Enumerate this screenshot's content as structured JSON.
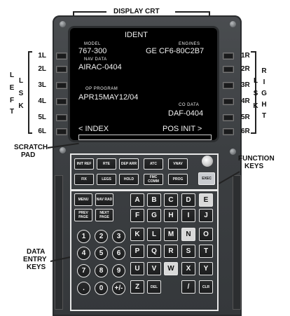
{
  "labels": {
    "display_crt": "DISPLAY CRT",
    "left": [
      "L",
      "E",
      "F",
      "T"
    ],
    "left_lsk": [
      "L",
      "S",
      "K"
    ],
    "right": [
      "R",
      "I",
      "G",
      "H",
      "T"
    ],
    "right_lsk": [
      "L",
      "S",
      "K"
    ],
    "scratch_pad": [
      "SCRATCH",
      "PAD"
    ],
    "function_keys": [
      "FUNCTION",
      "KEYS"
    ],
    "data_entry_keys": [
      "DATA",
      "ENTRY",
      "KEYS"
    ],
    "lsk_left": [
      "1L",
      "2L",
      "3L",
      "4L",
      "5L",
      "6L"
    ],
    "lsk_right": [
      "1R",
      "2R",
      "3R",
      "4R",
      "5R",
      "6R"
    ]
  },
  "display": {
    "title": "IDENT",
    "model_label": "MODEL",
    "model": "767-300",
    "engines_label": "ENGINES",
    "engines": "GE CF6-80C2B7",
    "nav_data_label": "NAV DATA",
    "nav_data": "AIRAC-0404",
    "op_program_label": "OP PROGRAM",
    "op_program": "APR15MAY12/04",
    "co_data_label": "CO DATA",
    "co_data": "DAF-0404",
    "index": "< INDEX",
    "pos_init": "POS INIT >"
  },
  "function_keys": [
    [
      "INIT REF",
      "RTE",
      "DEP ARR",
      "ATC",
      "VNAV"
    ],
    [
      "FIX",
      "LEGS",
      "HOLD",
      "FMC COMM",
      "PROG"
    ],
    [
      "MENU",
      "NAV RAD"
    ],
    [
      "PREV PAGE",
      "NEXT PAGE"
    ]
  ],
  "exec_key": "EXEC",
  "alpha_keys": [
    [
      "A",
      "B",
      "C",
      "D",
      "E"
    ],
    [
      "F",
      "G",
      "H",
      "I",
      "J"
    ],
    [
      "K",
      "L",
      "M",
      "N",
      "O"
    ],
    [
      "P",
      "Q",
      "R",
      "S",
      "T"
    ],
    [
      "U",
      "V",
      "W",
      "X",
      "Y"
    ],
    [
      "Z",
      "DEL",
      "/",
      "CLR"
    ]
  ],
  "num_keys": [
    [
      "1",
      "2",
      "3"
    ],
    [
      "4",
      "5",
      "6"
    ],
    [
      "7",
      "8",
      "9"
    ],
    [
      ".",
      "0",
      "+/-"
    ]
  ],
  "colors": {
    "bezel": "#3c3f42",
    "screen": "#000000",
    "key": "#1c1d1e",
    "key_border": "#e6e6e6"
  }
}
